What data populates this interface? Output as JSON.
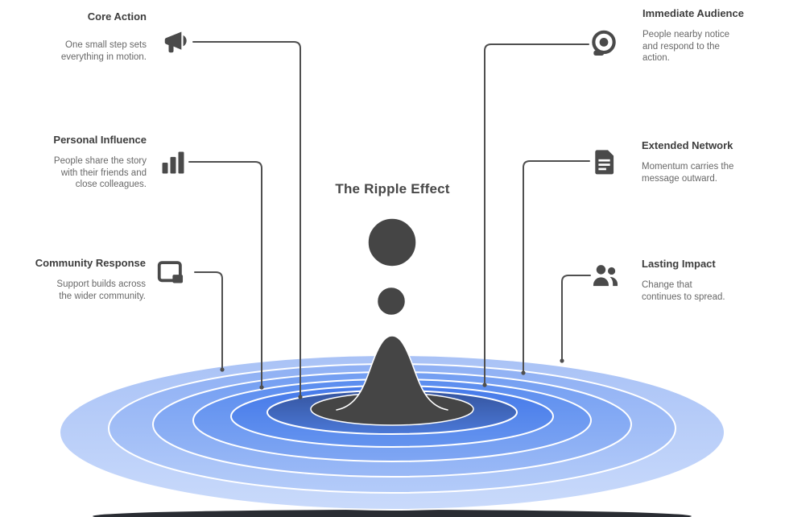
{
  "title": "The Ripple Effect",
  "annotations": [
    {
      "id": "top-left",
      "side": "left",
      "icon": "megaphone-icon",
      "heading": "Core Action",
      "lines": [
        "One small step sets",
        "everything in motion."
      ]
    },
    {
      "id": "mid-left",
      "side": "left",
      "icon": "chart-icon",
      "heading": "Personal Influence",
      "lines": [
        "People share the story",
        "with their friends and",
        "close colleagues."
      ]
    },
    {
      "id": "bottom-left",
      "side": "left",
      "icon": "window-icon",
      "heading": "Community Response",
      "lines": [
        "Support builds across",
        "the wider community."
      ]
    },
    {
      "id": "top-right",
      "side": "right",
      "icon": "target-icon",
      "heading": "Immediate Audience",
      "lines": [
        "People nearby notice",
        "and respond to the",
        "action."
      ]
    },
    {
      "id": "mid-right",
      "side": "right",
      "icon": "document-icon",
      "heading": "Extended Network",
      "lines": [
        "Momentum carries the",
        "message outward."
      ]
    },
    {
      "id": "bottom-right",
      "side": "right",
      "icon": "users-icon",
      "heading": "Lasting Impact",
      "lines": [
        "Change that",
        "continues to spread."
      ]
    }
  ],
  "colors": {
    "charcoal": "#454545",
    "connector": "#4f4f4f",
    "ring_outer": "#b7cdf8",
    "ring_2": "#9dbbf6",
    "ring_3": "#81a8f3",
    "ring_4": "#6897f0",
    "ring_5": "#4f84ea",
    "ring_inner": "#3f66c4",
    "shadow": "#2a2d33",
    "background": "#ffffff"
  }
}
